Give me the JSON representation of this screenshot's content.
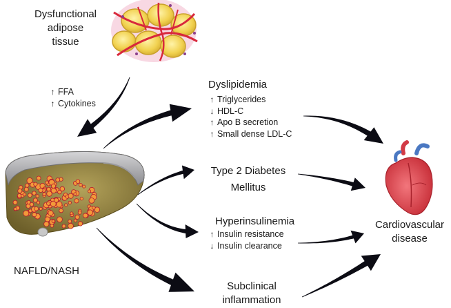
{
  "sources": {
    "adipose": {
      "label_lines": [
        "Dysfunctional",
        "adipose",
        "tissue"
      ]
    },
    "liver": {
      "label": "NAFLD/NASH"
    }
  },
  "liver_outputs": {
    "items": [
      {
        "dir": "up",
        "text": "FFA"
      },
      {
        "dir": "up",
        "text": "Cytokines"
      }
    ]
  },
  "pathways": {
    "dyslipidemia": {
      "title": "Dyslipidemia",
      "items": [
        {
          "dir": "up",
          "text": "Triglycerides"
        },
        {
          "dir": "down",
          "text": "HDL-C"
        },
        {
          "dir": "up",
          "text": "Apo B secretion"
        },
        {
          "dir": "up",
          "text": "Small dense LDL-C"
        }
      ]
    },
    "diabetes": {
      "title_lines": [
        "Type 2 Diabetes",
        "Mellitus"
      ]
    },
    "hyperinsulinemia": {
      "title": "Hyperinsulinemia",
      "items": [
        {
          "dir": "up",
          "text": "Insulin resistance"
        },
        {
          "dir": "down",
          "text": "Insulin clearance"
        }
      ]
    },
    "inflammation": {
      "title_lines": [
        "Subclinical",
        "inflammation"
      ]
    }
  },
  "outcome": {
    "label_lines": [
      "Cardiovascular",
      "disease"
    ]
  },
  "icons": {
    "up": "↑",
    "down": "↓",
    "adipose": "adipose-tissue-icon",
    "liver": "fatty-liver-icon",
    "heart": "heart-icon"
  },
  "colors": {
    "arrow": "#0c0c14",
    "adipocyte": "#f3d65a",
    "vessel": "#d8283c",
    "liver": "#8a7a3a",
    "heart": "#e4474f"
  }
}
